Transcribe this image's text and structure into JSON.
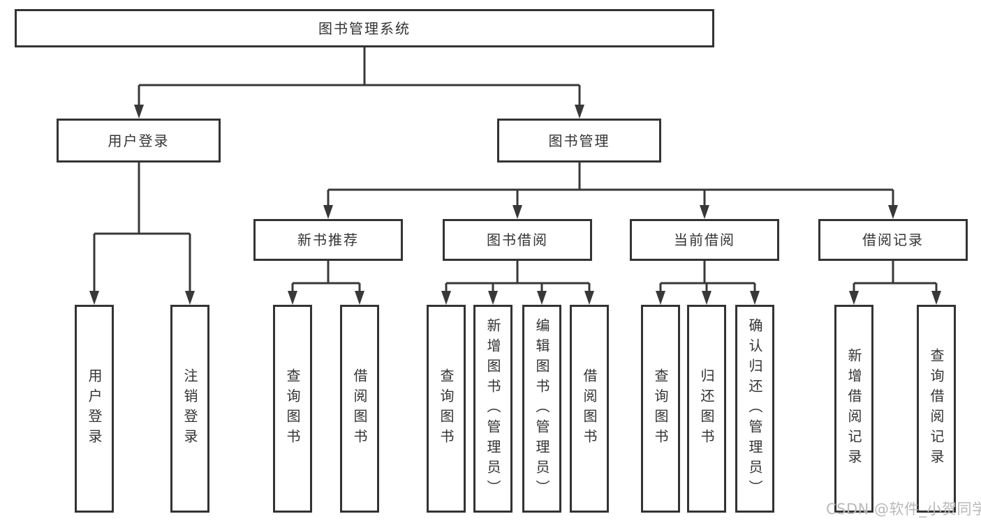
{
  "tree": {
    "label": "图书管理系统",
    "children": [
      {
        "label": "用户登录",
        "children": [
          {
            "label": "用户登录"
          },
          {
            "label": "注销登录"
          }
        ]
      },
      {
        "label": "图书管理",
        "children": [
          {
            "label": "新书推荐",
            "children": [
              {
                "label": "查询图书"
              },
              {
                "label": "借阅图书"
              }
            ]
          },
          {
            "label": "图书借阅",
            "children": [
              {
                "label": "查询图书"
              },
              {
                "label": "新增图书（管理员）"
              },
              {
                "label": "编辑图书（管理员）"
              },
              {
                "label": "借阅图书"
              }
            ]
          },
          {
            "label": "当前借阅",
            "children": [
              {
                "label": "查询图书"
              },
              {
                "label": "归还图书"
              },
              {
                "label": "确认归还（管理员）"
              }
            ]
          },
          {
            "label": "借阅记录",
            "children": [
              {
                "label": "新增借阅记录"
              },
              {
                "label": "查询借阅记录"
              }
            ]
          }
        ]
      }
    ]
  },
  "watermark": {
    "text": "CSDN @软件_小贺同学"
  },
  "colors": {
    "ink": "#333333",
    "line": "#383838",
    "background": "#ffffff",
    "watermark": "#b9b9b9"
  }
}
